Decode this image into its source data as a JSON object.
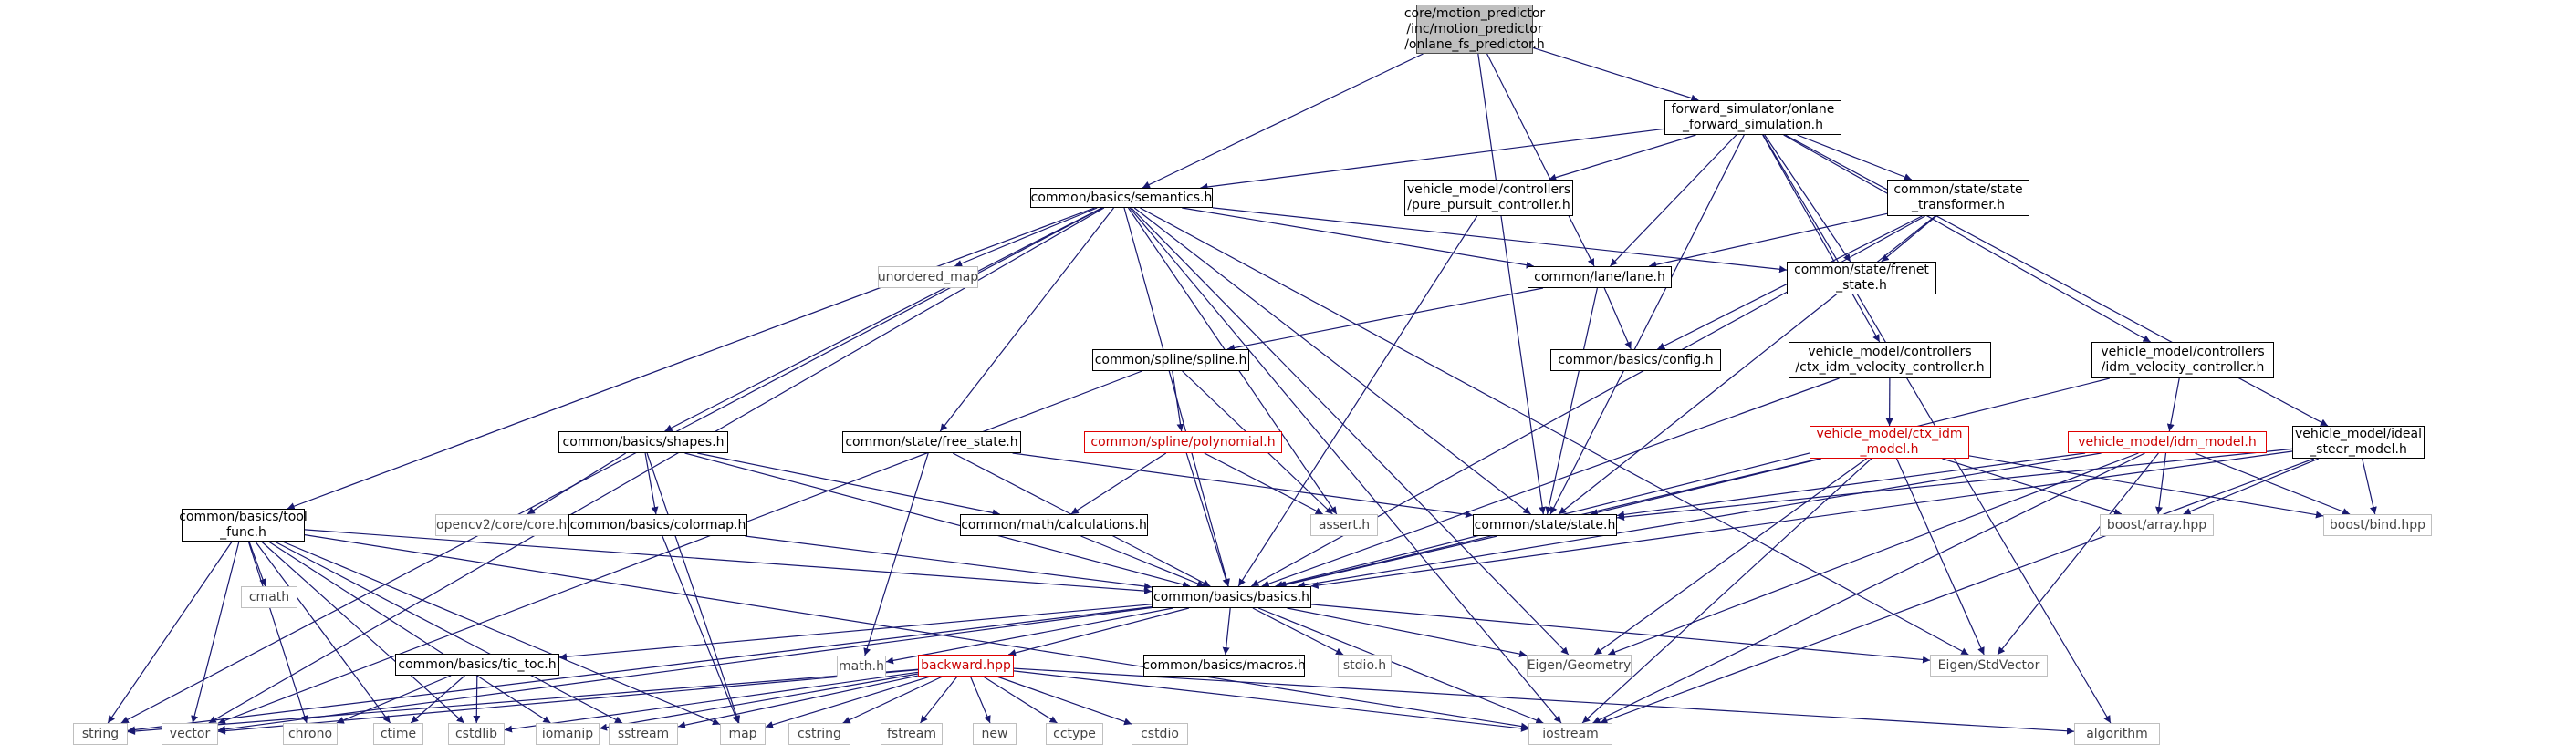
{
  "edge_color": "#191970",
  "nodes": [
    {
      "id": "root",
      "lines": [
        "core/motion_predictor",
        "/inc/motion_predictor",
        "/onlane_fs_predictor.h"
      ],
      "style": "root"
    },
    {
      "id": "fwdsim",
      "lines": [
        "forward_simulator/onlane",
        "_forward_simulation.h"
      ],
      "style": "normal"
    },
    {
      "id": "semantics",
      "lines": [
        "common/basics/semantics.h"
      ],
      "style": "normal"
    },
    {
      "id": "purepursuit",
      "lines": [
        "vehicle_model/controllers",
        "/pure_pursuit_controller.h"
      ],
      "style": "normal"
    },
    {
      "id": "statetrans",
      "lines": [
        "common/state/state",
        "_transformer.h"
      ],
      "style": "normal"
    },
    {
      "id": "unordered_map",
      "lines": [
        "unordered_map"
      ],
      "style": "grey"
    },
    {
      "id": "lane",
      "lines": [
        "common/lane/lane.h"
      ],
      "style": "normal"
    },
    {
      "id": "frenet",
      "lines": [
        "common/state/frenet",
        "_state.h"
      ],
      "style": "normal"
    },
    {
      "id": "config",
      "lines": [
        "common/basics/config.h"
      ],
      "style": "normal"
    },
    {
      "id": "ctxidmctrl",
      "lines": [
        "vehicle_model/controllers",
        "/ctx_idm_velocity_controller.h"
      ],
      "style": "normal"
    },
    {
      "id": "idmctrl",
      "lines": [
        "vehicle_model/controllers",
        "/idm_velocity_controller.h"
      ],
      "style": "normal"
    },
    {
      "id": "spline",
      "lines": [
        "common/spline/spline.h"
      ],
      "style": "normal"
    },
    {
      "id": "shapes",
      "lines": [
        "common/basics/shapes.h"
      ],
      "style": "normal"
    },
    {
      "id": "freestate",
      "lines": [
        "common/state/free_state.h"
      ],
      "style": "normal"
    },
    {
      "id": "polynomial",
      "lines": [
        "common/spline/polynomial.h"
      ],
      "style": "red"
    },
    {
      "id": "ctxidmmodel",
      "lines": [
        "vehicle_model/ctx_idm",
        "_model.h"
      ],
      "style": "red"
    },
    {
      "id": "idmmodel",
      "lines": [
        "vehicle_model/idm_model.h"
      ],
      "style": "red"
    },
    {
      "id": "idealsteer",
      "lines": [
        "vehicle_model/ideal",
        "_steer_model.h"
      ],
      "style": "normal"
    },
    {
      "id": "toolfunc",
      "lines": [
        "common/basics/tool",
        "_func.h"
      ],
      "style": "normal"
    },
    {
      "id": "opencv",
      "lines": [
        "opencv2/core/core.hpp"
      ],
      "style": "grey"
    },
    {
      "id": "colormap",
      "lines": [
        "common/basics/colormap.h"
      ],
      "style": "normal"
    },
    {
      "id": "calc",
      "lines": [
        "common/math/calculations.h"
      ],
      "style": "normal"
    },
    {
      "id": "assert",
      "lines": [
        "assert.h"
      ],
      "style": "grey"
    },
    {
      "id": "state",
      "lines": [
        "common/state/state.h"
      ],
      "style": "normal"
    },
    {
      "id": "boostarray",
      "lines": [
        "boost/array.hpp"
      ],
      "style": "grey"
    },
    {
      "id": "boostbind",
      "lines": [
        "boost/bind.hpp"
      ],
      "style": "grey"
    },
    {
      "id": "cmath",
      "lines": [
        "cmath"
      ],
      "style": "grey"
    },
    {
      "id": "basics",
      "lines": [
        "common/basics/basics.h"
      ],
      "style": "normal"
    },
    {
      "id": "tictoc",
      "lines": [
        "common/basics/tic_toc.h"
      ],
      "style": "normal"
    },
    {
      "id": "mathh",
      "lines": [
        "math.h"
      ],
      "style": "grey"
    },
    {
      "id": "backward",
      "lines": [
        "backward.hpp"
      ],
      "style": "red"
    },
    {
      "id": "macros",
      "lines": [
        "common/basics/macros.h"
      ],
      "style": "normal"
    },
    {
      "id": "stdio",
      "lines": [
        "stdio.h"
      ],
      "style": "grey"
    },
    {
      "id": "eigengeo",
      "lines": [
        "Eigen/Geometry"
      ],
      "style": "grey"
    },
    {
      "id": "eigenstd",
      "lines": [
        "Eigen/StdVector"
      ],
      "style": "grey"
    },
    {
      "id": "string",
      "lines": [
        "string"
      ],
      "style": "grey"
    },
    {
      "id": "vector",
      "lines": [
        "vector"
      ],
      "style": "grey"
    },
    {
      "id": "chrono",
      "lines": [
        "chrono"
      ],
      "style": "grey"
    },
    {
      "id": "ctime",
      "lines": [
        "ctime"
      ],
      "style": "grey"
    },
    {
      "id": "cstdlib",
      "lines": [
        "cstdlib"
      ],
      "style": "grey"
    },
    {
      "id": "iomanip",
      "lines": [
        "iomanip"
      ],
      "style": "grey"
    },
    {
      "id": "sstream",
      "lines": [
        "sstream"
      ],
      "style": "grey"
    },
    {
      "id": "map",
      "lines": [
        "map"
      ],
      "style": "grey"
    },
    {
      "id": "cstring",
      "lines": [
        "cstring"
      ],
      "style": "grey"
    },
    {
      "id": "fstream",
      "lines": [
        "fstream"
      ],
      "style": "grey"
    },
    {
      "id": "new",
      "lines": [
        "new"
      ],
      "style": "grey"
    },
    {
      "id": "cctype",
      "lines": [
        "cctype"
      ],
      "style": "grey"
    },
    {
      "id": "cstdio",
      "lines": [
        "cstdio"
      ],
      "style": "grey"
    },
    {
      "id": "iostream",
      "lines": [
        "iostream"
      ],
      "style": "grey"
    },
    {
      "id": "algorithm",
      "lines": [
        "algorithm"
      ],
      "style": "grey"
    }
  ],
  "edges": [
    [
      "root",
      "semantics"
    ],
    [
      "root",
      "fwdsim"
    ],
    [
      "root",
      "lane"
    ],
    [
      "root",
      "state"
    ],
    [
      "fwdsim",
      "semantics"
    ],
    [
      "fwdsim",
      "purepursuit"
    ],
    [
      "fwdsim",
      "statetrans"
    ],
    [
      "fwdsim",
      "lane"
    ],
    [
      "fwdsim",
      "frenet"
    ],
    [
      "fwdsim",
      "ctxidmctrl"
    ],
    [
      "fwdsim",
      "idmctrl"
    ],
    [
      "fwdsim",
      "idealsteer"
    ],
    [
      "fwdsim",
      "state"
    ],
    [
      "fwdsim",
      "algorithm"
    ],
    [
      "semantics",
      "unordered_map"
    ],
    [
      "semantics",
      "lane"
    ],
    [
      "semantics",
      "frenet"
    ],
    [
      "semantics",
      "shapes"
    ],
    [
      "semantics",
      "freestate"
    ],
    [
      "semantics",
      "toolfunc"
    ],
    [
      "semantics",
      "basics"
    ],
    [
      "semantics",
      "state"
    ],
    [
      "semantics",
      "assert"
    ],
    [
      "semantics",
      "eigengeo"
    ],
    [
      "semantics",
      "eigenstd"
    ],
    [
      "semantics",
      "string"
    ],
    [
      "semantics",
      "vector"
    ],
    [
      "semantics",
      "iostream"
    ],
    [
      "purepursuit",
      "basics"
    ],
    [
      "statetrans",
      "lane"
    ],
    [
      "statetrans",
      "frenet"
    ],
    [
      "statetrans",
      "config"
    ],
    [
      "statetrans",
      "state"
    ],
    [
      "statetrans",
      "basics"
    ],
    [
      "lane",
      "config"
    ],
    [
      "lane",
      "spline"
    ],
    [
      "lane",
      "state"
    ],
    [
      "ctxidmctrl",
      "ctxidmmodel"
    ],
    [
      "ctxidmctrl",
      "basics"
    ],
    [
      "idmctrl",
      "idmmodel"
    ],
    [
      "idmctrl",
      "basics"
    ],
    [
      "spline",
      "polynomial"
    ],
    [
      "spline",
      "assert"
    ],
    [
      "spline",
      "vector"
    ],
    [
      "shapes",
      "opencv"
    ],
    [
      "shapes",
      "colormap"
    ],
    [
      "shapes",
      "calc"
    ],
    [
      "shapes",
      "basics"
    ],
    [
      "shapes",
      "map"
    ],
    [
      "freestate",
      "state"
    ],
    [
      "freestate",
      "basics"
    ],
    [
      "freestate",
      "mathh"
    ],
    [
      "polynomial",
      "calc"
    ],
    [
      "polynomial",
      "assert"
    ],
    [
      "polynomial",
      "basics"
    ],
    [
      "ctxidmmodel",
      "state"
    ],
    [
      "ctxidmmodel",
      "basics"
    ],
    [
      "ctxidmmodel",
      "boostarray"
    ],
    [
      "ctxidmmodel",
      "boostbind"
    ],
    [
      "ctxidmmodel",
      "eigengeo"
    ],
    [
      "ctxidmmodel",
      "eigenstd"
    ],
    [
      "ctxidmmodel",
      "iostream"
    ],
    [
      "idmmodel",
      "state"
    ],
    [
      "idmmodel",
      "basics"
    ],
    [
      "idmmodel",
      "boostarray"
    ],
    [
      "idmmodel",
      "boostbind"
    ],
    [
      "idmmodel",
      "eigengeo"
    ],
    [
      "idmmodel",
      "eigenstd"
    ],
    [
      "idmmodel",
      "iostream"
    ],
    [
      "idealsteer",
      "state"
    ],
    [
      "idealsteer",
      "basics"
    ],
    [
      "idealsteer",
      "boostarray"
    ],
    [
      "idealsteer",
      "boostbind"
    ],
    [
      "idealsteer",
      "iostream"
    ],
    [
      "toolfunc",
      "cmath"
    ],
    [
      "toolfunc",
      "basics"
    ],
    [
      "toolfunc",
      "string"
    ],
    [
      "toolfunc",
      "vector"
    ],
    [
      "toolfunc",
      "chrono"
    ],
    [
      "toolfunc",
      "ctime"
    ],
    [
      "toolfunc",
      "cstdlib"
    ],
    [
      "toolfunc",
      "iomanip"
    ],
    [
      "toolfunc",
      "sstream"
    ],
    [
      "toolfunc",
      "map"
    ],
    [
      "toolfunc",
      "iostream"
    ],
    [
      "colormap",
      "basics"
    ],
    [
      "colormap",
      "map"
    ],
    [
      "calc",
      "basics"
    ],
    [
      "state",
      "basics"
    ],
    [
      "basics",
      "tictoc"
    ],
    [
      "basics",
      "mathh"
    ],
    [
      "basics",
      "backward"
    ],
    [
      "basics",
      "macros"
    ],
    [
      "basics",
      "stdio"
    ],
    [
      "basics",
      "eigengeo"
    ],
    [
      "basics",
      "eigenstd"
    ],
    [
      "basics",
      "vector"
    ],
    [
      "basics",
      "iostream"
    ],
    [
      "basics",
      "string"
    ],
    [
      "tictoc",
      "chrono"
    ],
    [
      "tictoc",
      "ctime"
    ],
    [
      "tictoc",
      "cstdlib"
    ],
    [
      "backward",
      "string"
    ],
    [
      "backward",
      "vector"
    ],
    [
      "backward",
      "cstdlib"
    ],
    [
      "backward",
      "iomanip"
    ],
    [
      "backward",
      "sstream"
    ],
    [
      "backward",
      "map"
    ],
    [
      "backward",
      "cstring"
    ],
    [
      "backward",
      "fstream"
    ],
    [
      "backward",
      "new"
    ],
    [
      "backward",
      "cctype"
    ],
    [
      "backward",
      "cstdio"
    ],
    [
      "backward",
      "iostream"
    ],
    [
      "backward",
      "algorithm"
    ]
  ]
}
